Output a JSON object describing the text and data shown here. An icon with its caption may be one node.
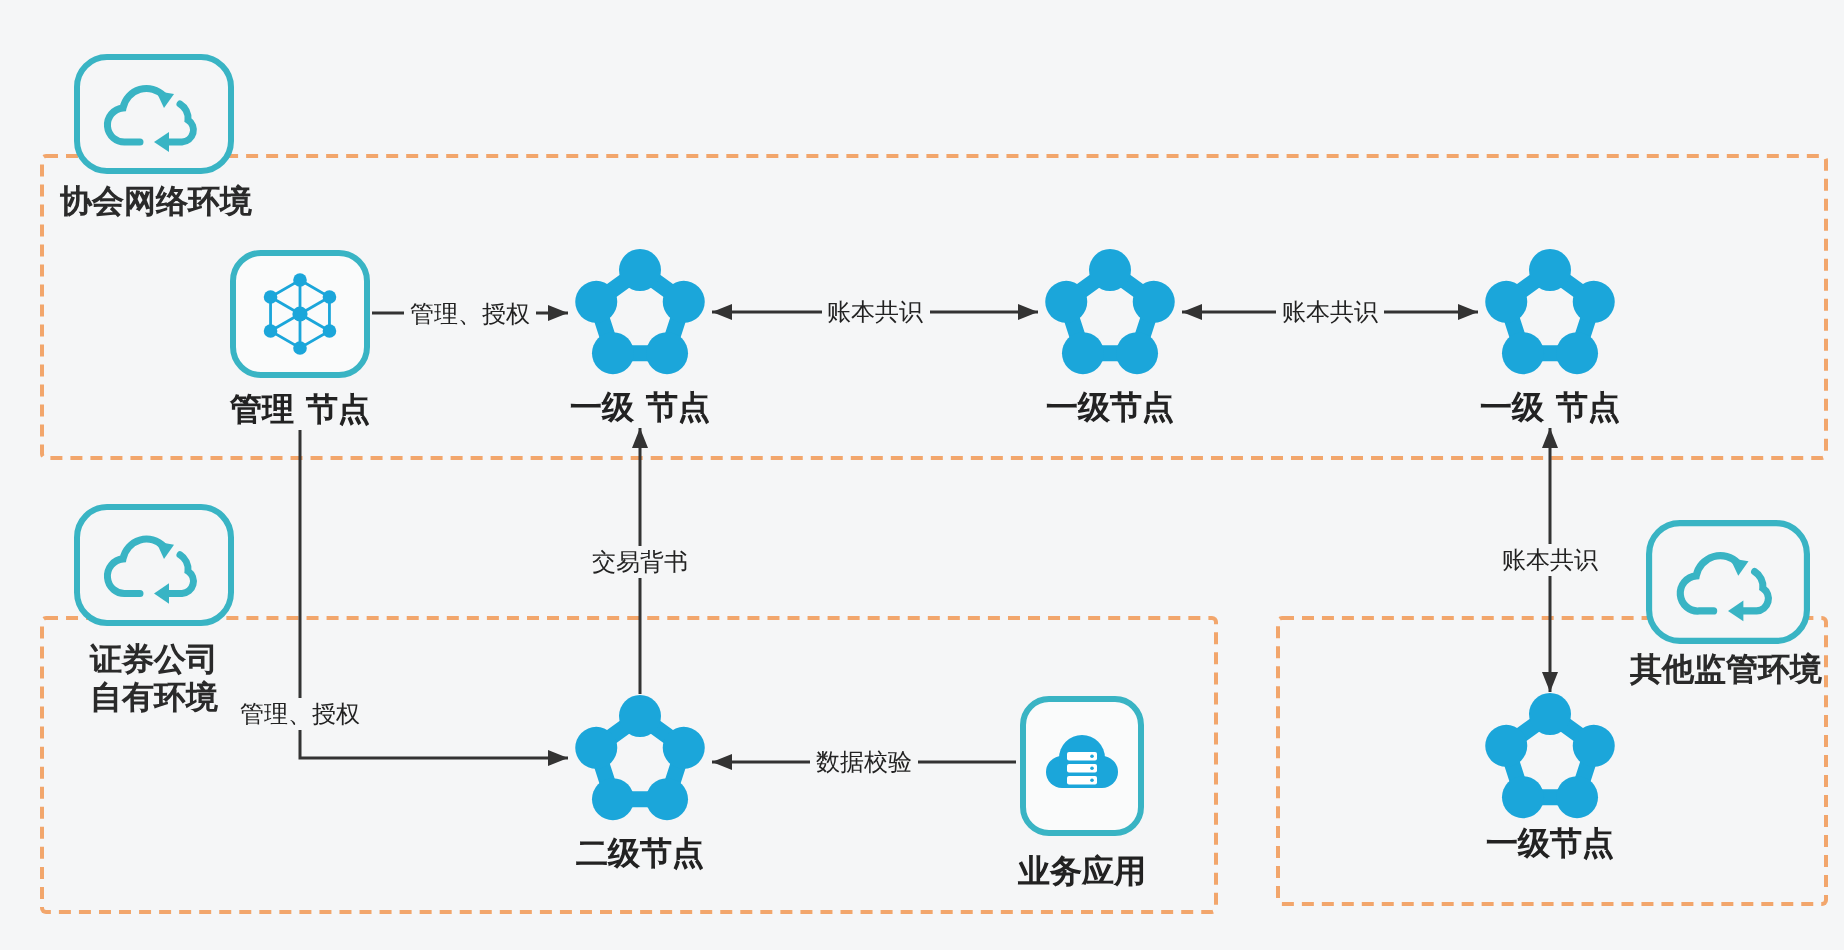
{
  "diagram": {
    "nodes": [
      {
        "text": [
          "协会网络环境"
        ]
      },
      {
        "text": [
          "管理 节点"
        ],
        "in": 0
      },
      {
        "text": [
          "一级 节点"
        ],
        "in": 0
      },
      {
        "text": [
          "一级节点"
        ],
        "in": 0
      },
      {
        "text": [
          "一级 节点"
        ],
        "in": 0
      },
      {
        "text": [
          "证券公司自有环境"
        ]
      },
      {
        "text": [
          "二级节点"
        ],
        "in": 5
      },
      {
        "text": [
          "业务应用"
        ],
        "in": 5
      },
      {
        "text": [
          "其他监管环境"
        ]
      },
      {
        "text": [
          "一级节点"
        ],
        "in": 8
      }
    ],
    "edges": [
      {
        "from": 1,
        "to": 2,
        "arrow": "to",
        "label": "管理、授权"
      },
      {
        "from": 2,
        "to": 3,
        "arrow": "both",
        "label": "账本共识"
      },
      {
        "from": 3,
        "to": 4,
        "arrow": "both",
        "label": "账本共识"
      },
      {
        "from": 4,
        "to": 9,
        "arrow": "both",
        "label": "账本共识"
      },
      {
        "from": 6,
        "to": 2,
        "arrow": "to",
        "label": "交易背书"
      },
      {
        "from": 1,
        "to": 6,
        "arrow": "to",
        "label": "管理、授权"
      },
      {
        "from": 7,
        "to": 6,
        "arrow": "to",
        "label": "数据校验"
      }
    ]
  }
}
